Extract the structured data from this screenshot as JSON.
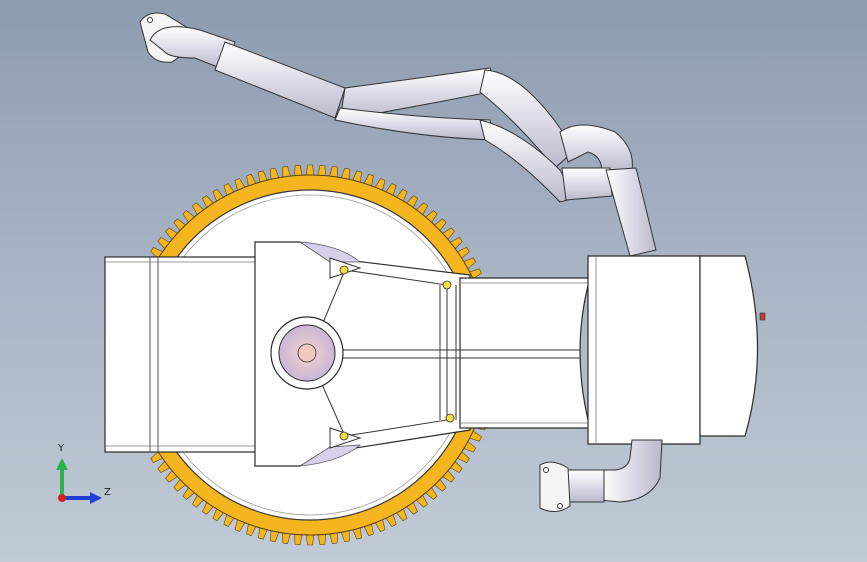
{
  "viewport": {
    "background_top": "#8e9cb0",
    "background_bottom": "#c1cad6"
  },
  "model": {
    "gear_teeth": 96,
    "gear_color": "#f4b51e",
    "body_color": "#ffffff",
    "outline_color": "#2a2a2a",
    "pipe_color": "#e2e2ee",
    "hub_color": "#f2c9c0",
    "pivot_color": "#f0e23a"
  },
  "triad": {
    "y_label": "Y",
    "z_label": "Z",
    "y_axis_color": "#2bb34a",
    "z_axis_color": "#1f3fd6",
    "x_axis_color": "#d62020",
    "icon": "coordinate-triad-icon"
  }
}
